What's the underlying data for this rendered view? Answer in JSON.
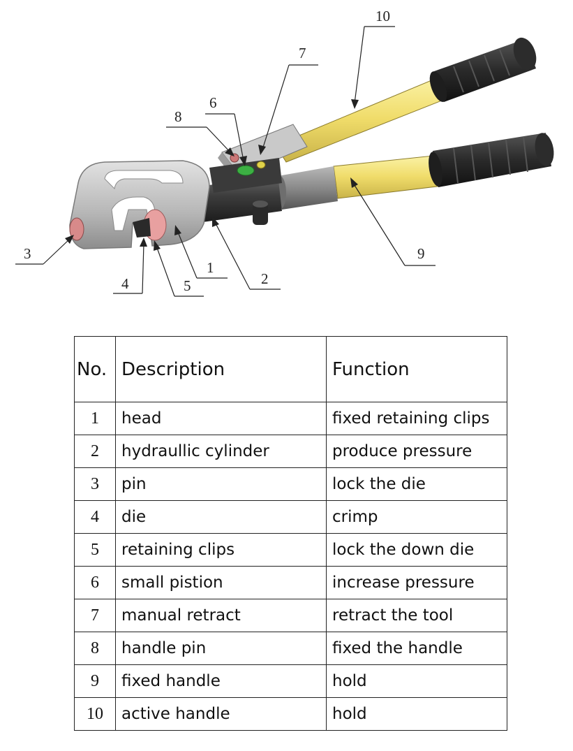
{
  "diagram": {
    "callouts": [
      "1",
      "2",
      "3",
      "4",
      "5",
      "6",
      "7",
      "8",
      "9",
      "10"
    ]
  },
  "table": {
    "headers": {
      "no": "No.",
      "description": "Description",
      "function": "Function"
    },
    "rows": [
      {
        "no": "1",
        "description": "head",
        "function": "fixed retaining clips"
      },
      {
        "no": "2",
        "description": "hydraullic cylinder",
        "function": "produce pressure"
      },
      {
        "no": "3",
        "description": "pin",
        "function": "lock the die"
      },
      {
        "no": "4",
        "description": "die",
        "function": "crimp"
      },
      {
        "no": "5",
        "description": "retaining clips",
        "function": "lock the down die"
      },
      {
        "no": "6",
        "description": "small pistion",
        "function": "increase pressure"
      },
      {
        "no": "7",
        "description": "manual retract",
        "function": "retract the tool"
      },
      {
        "no": "8",
        "description": "handle pin",
        "function": "fixed the handle"
      },
      {
        "no": "9",
        "description": "fixed handle",
        "function": "hold"
      },
      {
        "no": "10",
        "description": "active handle",
        "function": "hold"
      }
    ]
  },
  "colors": {
    "handle_yellow": "#f2e27a",
    "grip_black": "#2a2a2a",
    "body_gray": "#9a9a9a",
    "head_silver": "#c8c8c8",
    "die_pink": "#e8a0a0",
    "valve_green": "#3cb043"
  }
}
